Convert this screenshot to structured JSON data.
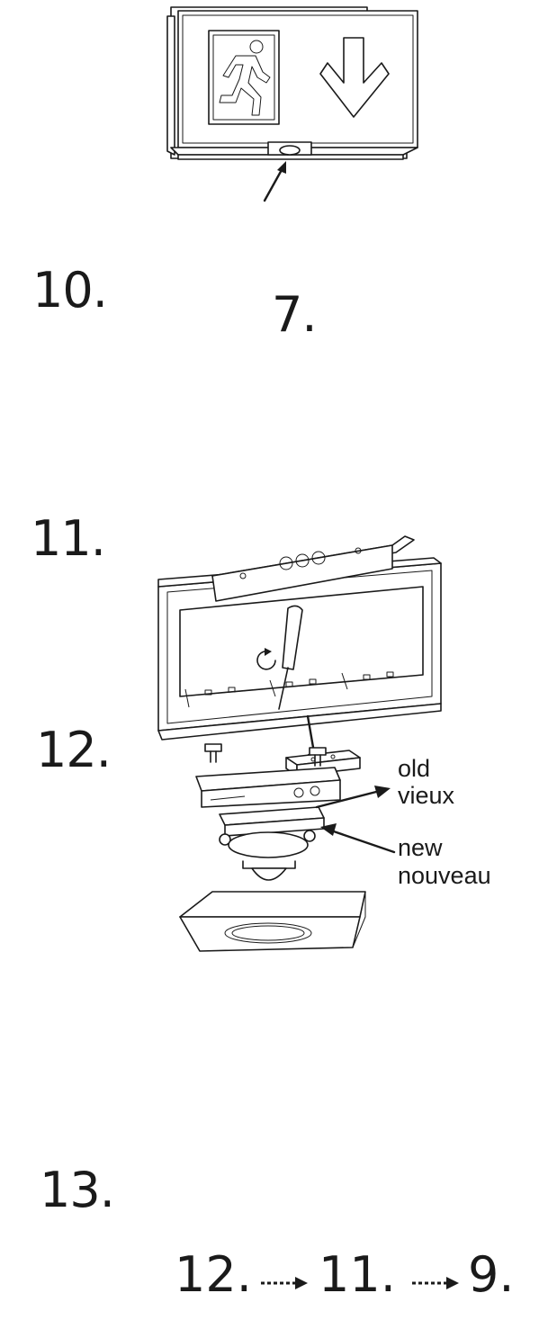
{
  "step10": {
    "number": "10.",
    "reference": "7."
  },
  "step11": {
    "number": "11."
  },
  "step12": {
    "number": "12.",
    "labels": {
      "old_en": "old",
      "old_fr": "vieux",
      "new_en": "new",
      "new_fr": "nouveau"
    }
  },
  "step13": {
    "number": "13.",
    "sequence": [
      "12.",
      "11.",
      "9."
    ]
  },
  "icons": [
    "exit-sign-illustration",
    "running-man-icon",
    "down-arrow-icon",
    "pointer-arrow-icon",
    "housing-illustration",
    "screwdriver-icon",
    "rotate-icon",
    "battery-module-illustration",
    "mounting-plate-assembly-illustration",
    "dotted-arrow-icon"
  ]
}
